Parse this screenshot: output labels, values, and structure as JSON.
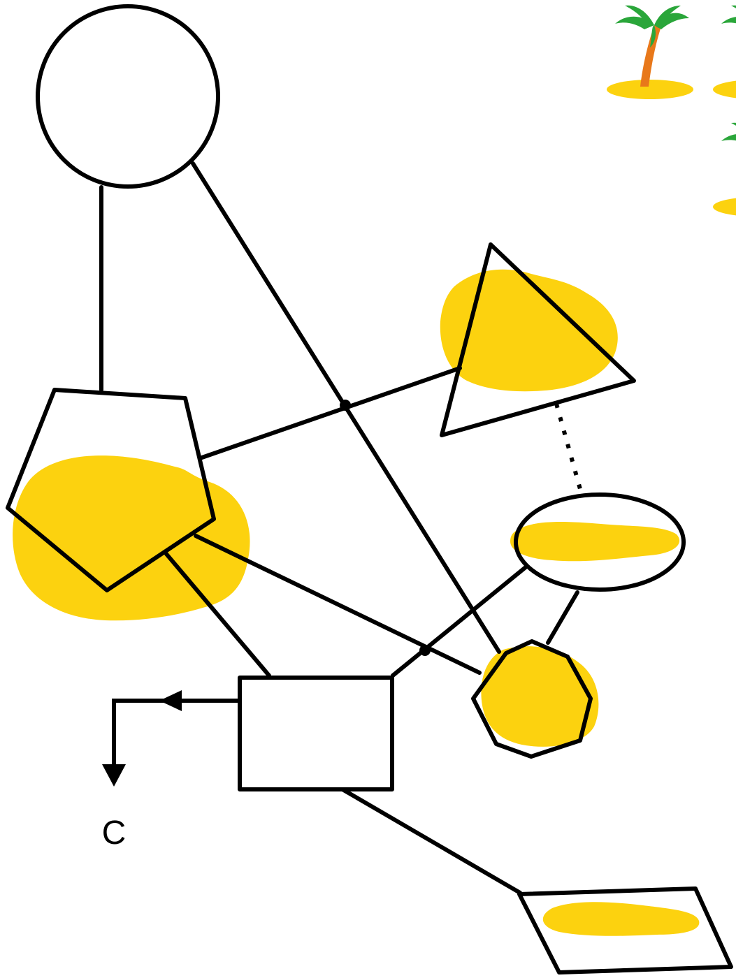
{
  "diagram": {
    "exit_label": "C",
    "colors": {
      "stroke": "#000000",
      "background": "#ffffff",
      "highlight": "#fcd20f",
      "palm_leaf": "#2aa63a",
      "palm_trunk": "#e8781a",
      "sand": "#fcd20f"
    },
    "nodes": [
      {
        "id": "circle",
        "shape": "circle",
        "highlighted": false
      },
      {
        "id": "pentagon",
        "shape": "pentagon",
        "highlighted": true
      },
      {
        "id": "triangle",
        "shape": "triangle",
        "highlighted": true
      },
      {
        "id": "ellipse",
        "shape": "ellipse",
        "highlighted": true
      },
      {
        "id": "octagon",
        "shape": "octagon",
        "highlighted": true
      },
      {
        "id": "rectangle",
        "shape": "rectangle",
        "highlighted": false
      },
      {
        "id": "parallelogram",
        "shape": "parallelogram",
        "highlighted": true
      }
    ],
    "edges": [
      {
        "from": "circle",
        "to": "pentagon",
        "style": "solid"
      },
      {
        "from": "circle",
        "to": "octagon",
        "style": "solid"
      },
      {
        "from": "pentagon",
        "to": "triangle",
        "style": "solid"
      },
      {
        "from": "pentagon",
        "to": "octagon",
        "style": "solid"
      },
      {
        "from": "pentagon",
        "to": "rectangle",
        "style": "solid"
      },
      {
        "from": "triangle",
        "to": "ellipse",
        "style": "dotted"
      },
      {
        "from": "ellipse",
        "to": "octagon",
        "style": "solid"
      },
      {
        "from": "ellipse",
        "to": "rectangle",
        "style": "solid"
      },
      {
        "from": "rectangle",
        "to": "parallelogram",
        "style": "solid"
      },
      {
        "from": "rectangle",
        "to": "C",
        "style": "arrow"
      }
    ],
    "decorations": [
      "palm-tree-icon",
      "palm-tree-icon",
      "palm-tree-icon"
    ]
  }
}
